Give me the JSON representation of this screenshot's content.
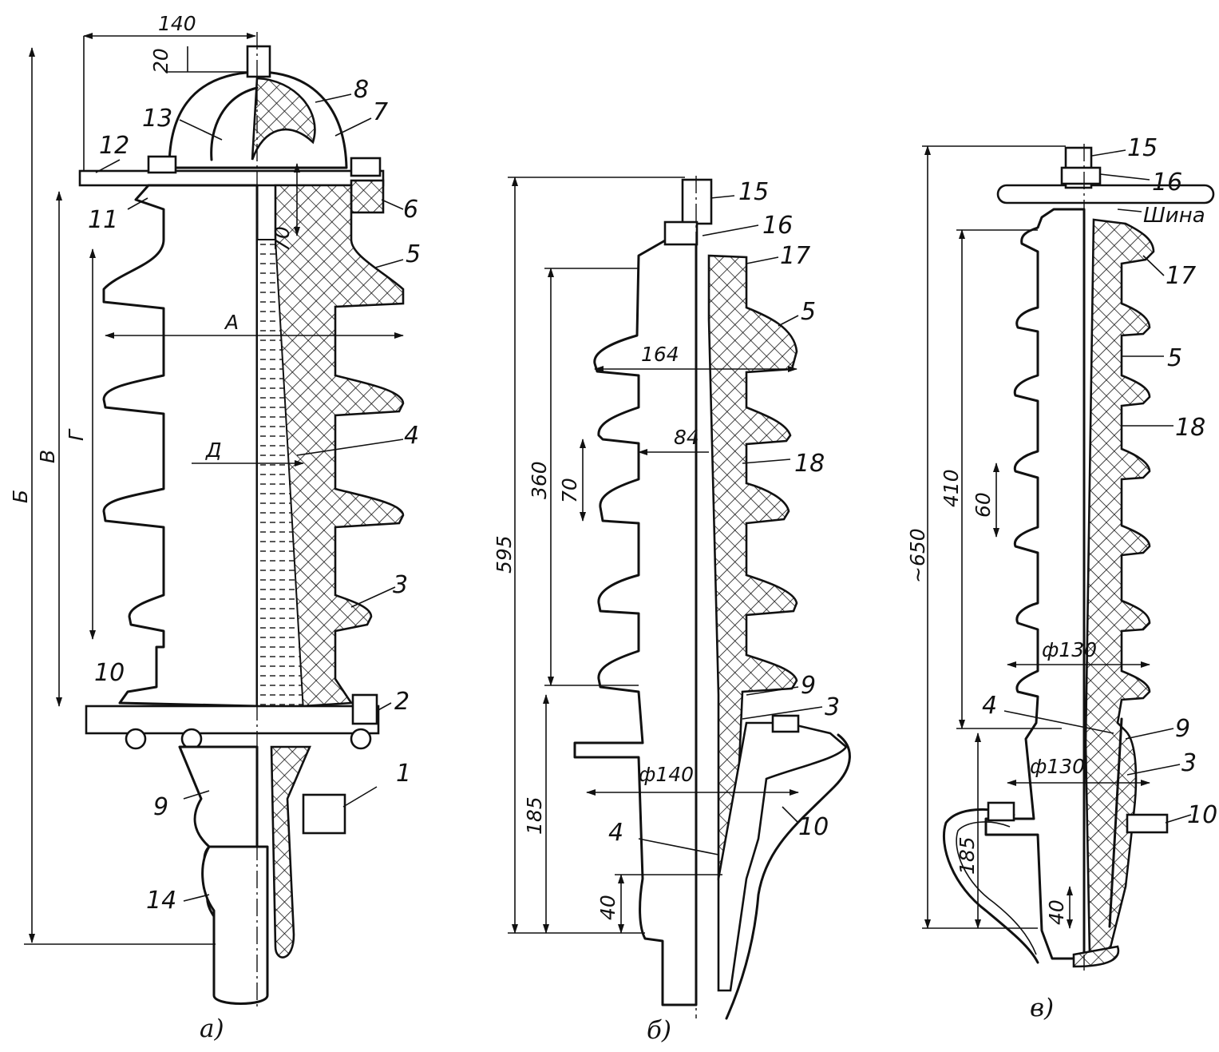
{
  "figure": {
    "captions": [
      "а)",
      "б)",
      "в)"
    ],
    "views": [
      {
        "caption": "а)",
        "part_labels": [
          "1",
          "2",
          "3",
          "4",
          "5",
          "6",
          "7",
          "8",
          "9",
          "10",
          "11",
          "12",
          "13",
          "14"
        ],
        "dimensions": [
          "140",
          "20",
          "70"
        ],
        "letter_dimensions": [
          "А",
          "Б",
          "В",
          "Г",
          "Д"
        ]
      },
      {
        "caption": "б)",
        "part_labels": [
          "15",
          "16",
          "17",
          "5",
          "18",
          "9",
          "3",
          "10",
          "4"
        ],
        "dimensions": [
          "595",
          "360",
          "70",
          "164",
          "84",
          "185",
          "40",
          "ф140"
        ]
      },
      {
        "caption": "в)",
        "part_labels": [
          "15",
          "16",
          "Шина",
          "17",
          "5",
          "18",
          "9",
          "3",
          "10",
          "4"
        ],
        "dimensions": [
          "~650",
          "410",
          "60",
          "185",
          "40",
          "ф130",
          "ф130"
        ]
      }
    ]
  }
}
